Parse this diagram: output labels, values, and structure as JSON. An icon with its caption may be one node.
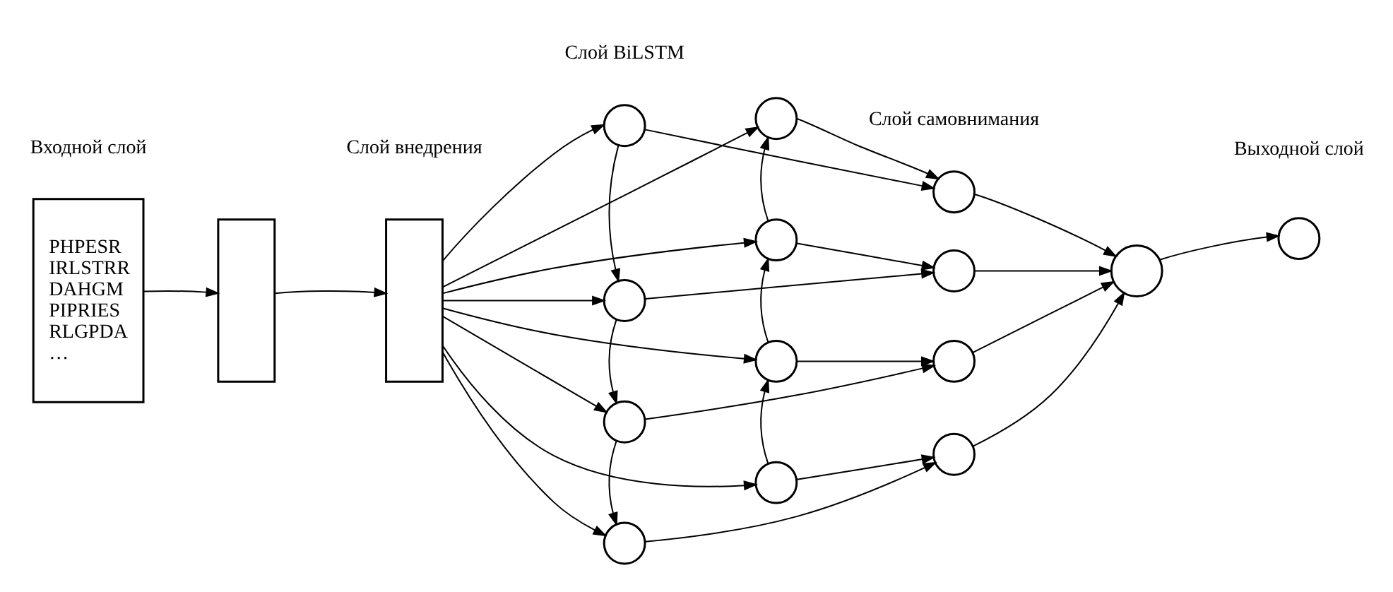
{
  "diagram": {
    "nodes": [
      {
        "text": [
          "PHPESR",
          "IRLSTRR",
          "DAHGM",
          "PIPRIES",
          "RLGPDA",
          "…"
        ]
      },
      {
        "text": [],
        "shape": "box"
      },
      {
        "text": [],
        "shape": "box"
      },
      {
        "text": [],
        "shape": "circle"
      },
      {
        "text": [],
        "shape": "circle"
      },
      {
        "text": [],
        "shape": "circle"
      },
      {
        "text": [],
        "shape": "circle"
      },
      {
        "text": [],
        "shape": "circle"
      },
      {
        "text": [],
        "shape": "circle"
      },
      {
        "text": [],
        "shape": "circle"
      },
      {
        "text": [],
        "shape": "circle"
      },
      {
        "text": [],
        "shape": "circle"
      },
      {
        "text": [],
        "shape": "circle"
      },
      {
        "text": [],
        "shape": "circle"
      },
      {
        "text": [],
        "shape": "circle"
      },
      {
        "text": [],
        "shape": "circle"
      },
      {
        "text": [],
        "shape": "circle"
      }
    ],
    "edges": [
      {
        "from": 0,
        "to": 1,
        "arrow": "to"
      },
      {
        "from": 1,
        "to": 2,
        "arrow": "to"
      },
      {
        "from": 2,
        "to": 7,
        "arrow": "to"
      },
      {
        "from": 2,
        "to": 3,
        "arrow": "to"
      },
      {
        "from": 2,
        "to": 8,
        "arrow": "to"
      },
      {
        "from": 2,
        "to": 4,
        "arrow": "to"
      },
      {
        "from": 2,
        "to": 9,
        "arrow": "to"
      },
      {
        "from": 2,
        "to": 5,
        "arrow": "to"
      },
      {
        "from": 2,
        "to": 10,
        "arrow": "to"
      },
      {
        "from": 2,
        "to": 6,
        "arrow": "to"
      },
      {
        "from": 3,
        "to": 4,
        "arrow": "to"
      },
      {
        "from": 4,
        "to": 5,
        "arrow": "to"
      },
      {
        "from": 5,
        "to": 6,
        "arrow": "to"
      },
      {
        "from": 10,
        "to": 9,
        "arrow": "to"
      },
      {
        "from": 9,
        "to": 8,
        "arrow": "to"
      },
      {
        "from": 8,
        "to": 7,
        "arrow": "to"
      },
      {
        "from": 3,
        "to": 11,
        "arrow": "to"
      },
      {
        "from": 7,
        "to": 11,
        "arrow": "to"
      },
      {
        "from": 4,
        "to": 12,
        "arrow": "to"
      },
      {
        "from": 8,
        "to": 12,
        "arrow": "to"
      },
      {
        "from": 5,
        "to": 13,
        "arrow": "to"
      },
      {
        "from": 9,
        "to": 13,
        "arrow": "to"
      },
      {
        "from": 6,
        "to": 14,
        "arrow": "to"
      },
      {
        "from": 10,
        "to": 14,
        "arrow": "to"
      },
      {
        "from": 11,
        "to": 15,
        "arrow": "to"
      },
      {
        "from": 12,
        "to": 15,
        "arrow": "to"
      },
      {
        "from": 13,
        "to": 15,
        "arrow": "to"
      },
      {
        "from": 14,
        "to": 15,
        "arrow": "to"
      },
      {
        "from": 15,
        "to": 16,
        "arrow": "to"
      }
    ],
    "labels": [
      "Входной слой",
      "Слой внедрения",
      "Слой BiLSTM",
      "Слой самовнимания",
      "Выходной слой"
    ]
  }
}
